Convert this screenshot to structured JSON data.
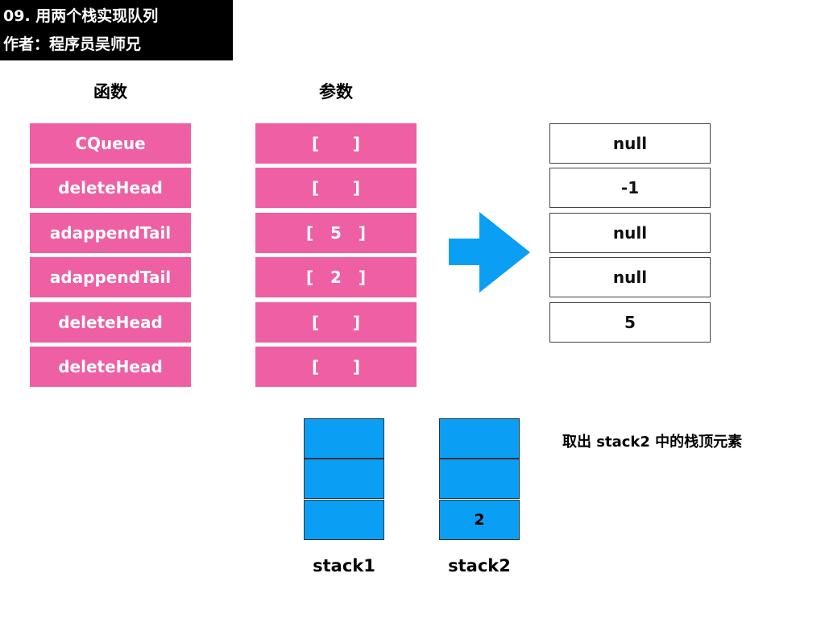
{
  "title": {
    "line1": "09. 用两个栈实现队列",
    "line2": "作者：程序员吴师兄"
  },
  "headers": {
    "functions": "函数",
    "params": "参数"
  },
  "functions": [
    "CQueue",
    "deleteHead",
    "adappendTail",
    "adappendTail",
    "deleteHead",
    "deleteHead"
  ],
  "params": [
    "[      ]",
    "[      ]",
    "[   5   ]",
    "[   2   ]",
    "[      ]",
    "[      ]"
  ],
  "outputs": [
    "null",
    "-1",
    "null",
    "null",
    "5"
  ],
  "stack1": {
    "label": "stack1",
    "cells": [
      "",
      "",
      ""
    ]
  },
  "stack2": {
    "label": "stack2",
    "cells": [
      "",
      "",
      "2"
    ]
  },
  "note": "取出 stack2 中的栈顶元素",
  "colors": {
    "function_cell": "#ee5fa3",
    "stack_cell": "#0a9ff5",
    "arrow": "#0a9ff5"
  },
  "icons": {
    "arrow": "right-arrow-icon"
  }
}
